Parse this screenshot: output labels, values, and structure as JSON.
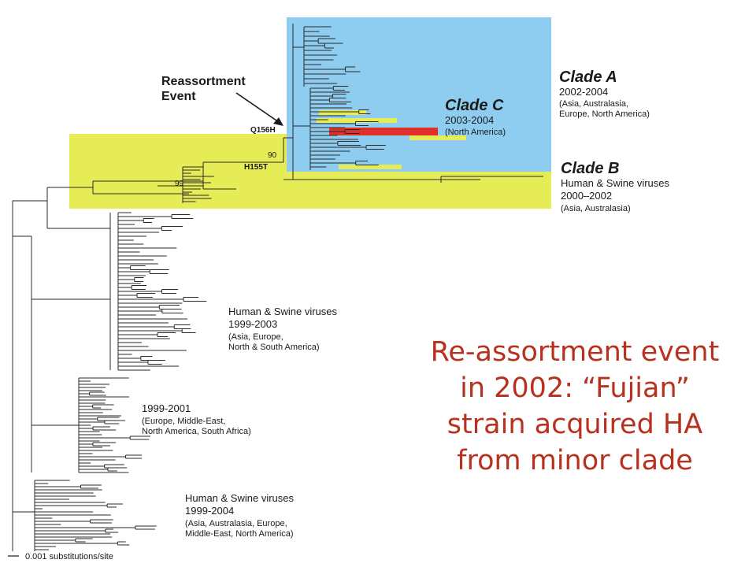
{
  "annotation": {
    "line1": "Reassortment",
    "line2": "Event"
  },
  "mutations": {
    "q156h": "Q156H",
    "h155t": "H155T"
  },
  "bootstrap": {
    "b90": "90",
    "b99": "99"
  },
  "clades": {
    "a": {
      "name": "Clade A",
      "years": "2002-2004",
      "region1": "(Asia, Australasia,",
      "region2": "Europe, North America)"
    },
    "c": {
      "name": "Clade C",
      "years": "2003-2004",
      "region1": "(North America)"
    },
    "b": {
      "name": "Clade B",
      "hosts": "Human & Swine viruses",
      "years": "2000–2002",
      "region1": "(Asia, Australasia)"
    }
  },
  "groups": [
    {
      "hosts": "Human & Swine viruses",
      "years": "1999-2003",
      "region1": "(Asia, Europe,",
      "region2": "North & South America)"
    },
    {
      "years": "1999-2001",
      "region1": "(Europe, Middle-East,",
      "region2": "North America, South Africa)"
    },
    {
      "hosts": "Human & Swine viruses",
      "years": "1999-2004",
      "region1": "(Asia, Australasia, Europe,",
      "region2": "Middle-East, North America)"
    }
  ],
  "scale_label": "0.001 substitutions/site",
  "caption": {
    "line1": "Re-assortment event",
    "line2": "in 2002: “Fujian”",
    "line3": "strain acquired HA",
    "line4": "from minor clade"
  },
  "colors": {
    "clade_a_bg": "#8ecdf0",
    "clade_b_bg": "#e6ec56",
    "highlight_red": "#e0302a",
    "highlight_yellow": "#e6ec56",
    "caption": "#b8311f"
  }
}
